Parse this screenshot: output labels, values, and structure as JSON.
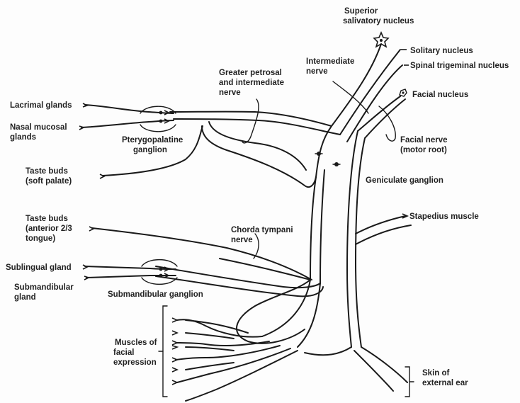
{
  "labels": {
    "superior_salivatory_nucleus": [
      "Superior",
      "salivatory nucleus"
    ],
    "solitary_nucleus": "Solitary nucleus",
    "spinal_trigeminal_nucleus": "Spinal trigeminal nucleus",
    "intermediate_nerve": [
      "Intermediate",
      "nerve"
    ],
    "greater_petrosal": [
      "Greater petrosal",
      "and intermediate",
      "nerve"
    ],
    "facial_nucleus": "Facial nucleus",
    "facial_nerve_motor": [
      "Facial nerve",
      "(motor root)"
    ],
    "geniculate_ganglion": "Geniculate ganglion",
    "lacrimal_glands": "Lacrimal glands",
    "nasal_mucosal_glands": [
      "Nasal mucosal",
      "glands"
    ],
    "pterygopalatine_ganglion": [
      "Pterygopalatine",
      "ganglion"
    ],
    "taste_buds_soft_palate": [
      "Taste buds",
      "(soft palate)"
    ],
    "taste_buds_anterior": [
      "Taste buds",
      "(anterior 2/3",
      "tongue)"
    ],
    "stapedius_muscle": "Stapedius muscle",
    "chorda_tympani": [
      "Chorda tympani",
      "nerve"
    ],
    "sublingual_gland": "Sublingual gland",
    "submandibular_gland": [
      "Submandibular",
      "gland"
    ],
    "submandibular_ganglion": "Submandibular ganglion",
    "muscles_facial_expression": [
      "Muscles of",
      "facial",
      "expression"
    ],
    "skin_external_ear": [
      "Skin of",
      "external ear"
    ]
  }
}
